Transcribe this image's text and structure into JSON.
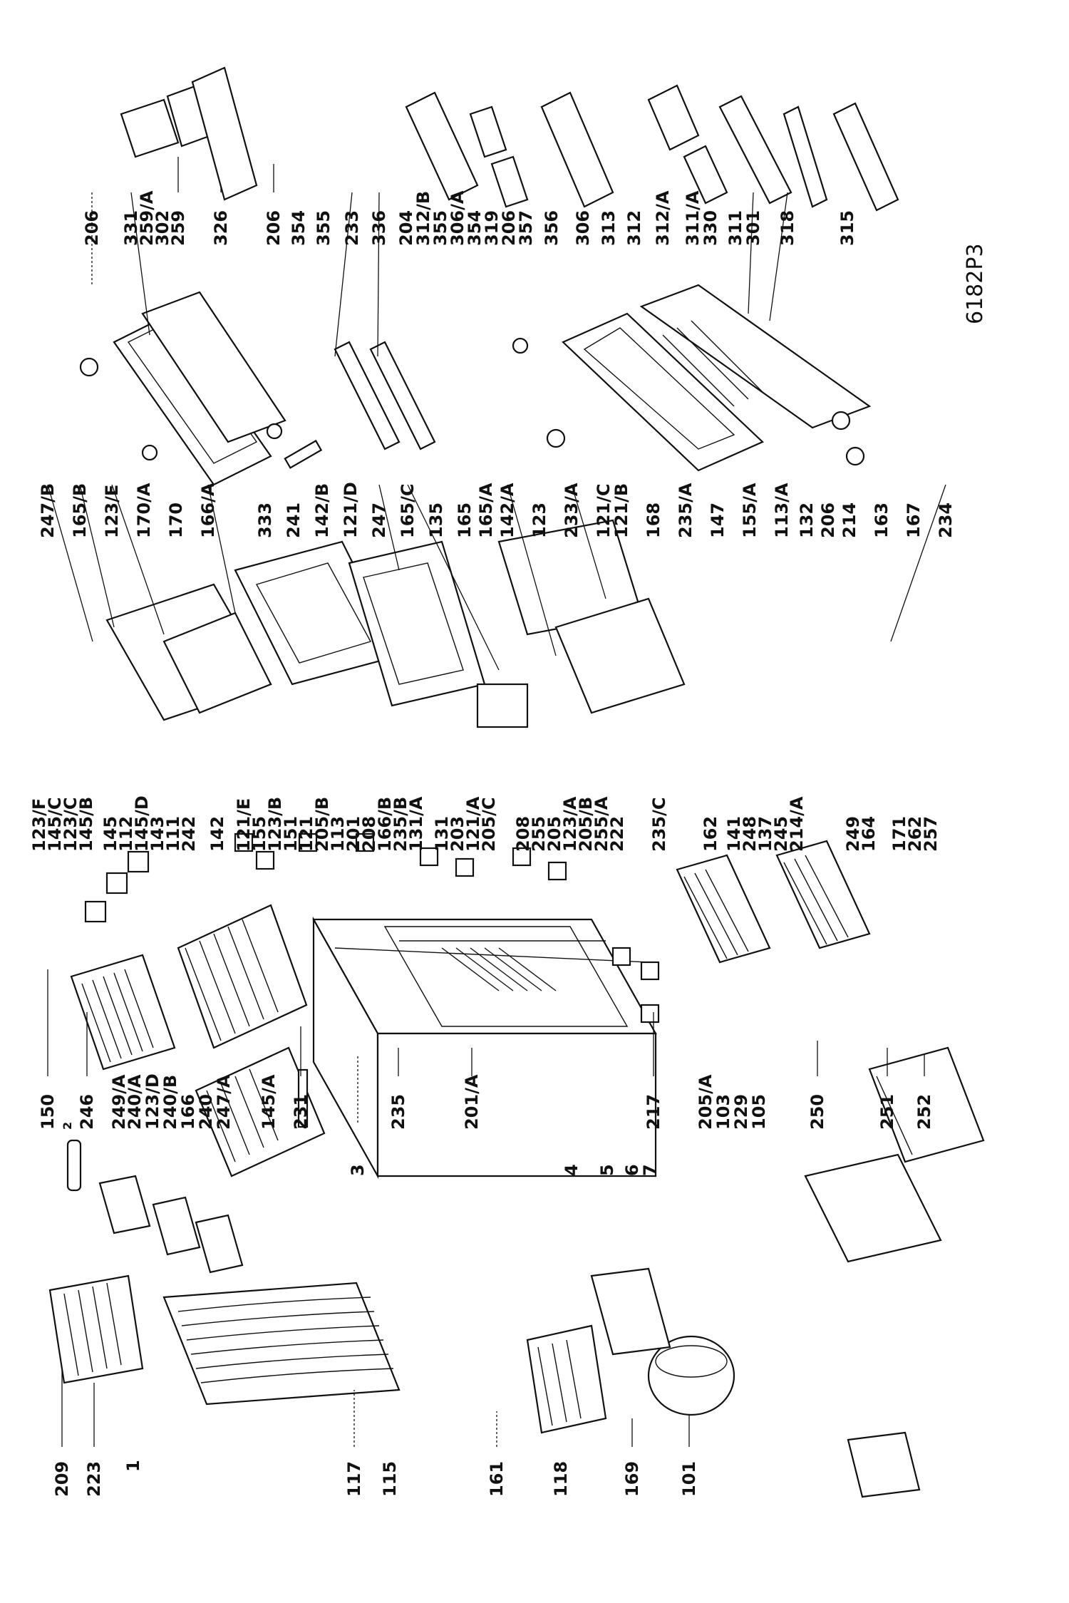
{
  "diagram": {
    "code": "6182P3",
    "labels": {
      "left_bottom": [
        "209",
        "223",
        "1",
        "117",
        "115",
        "161",
        "118",
        "169",
        "101"
      ],
      "left_column": [
        "150",
        "2",
        "246",
        "249/A",
        "240/A",
        "123/D",
        "240/B",
        "166",
        "240",
        "247/A",
        "145/A",
        "231",
        "3",
        "235",
        "201/A",
        "4",
        "5",
        "6",
        "7",
        "217",
        "205/A",
        "103",
        "229",
        "105",
        "250",
        "251",
        "252"
      ],
      "middle_column": [
        "123/F",
        "145/C",
        "123/C",
        "145/B",
        "145",
        "112",
        "145/D",
        "143",
        "111",
        "242",
        "142",
        "121/E",
        "155",
        "123/B",
        "151",
        "121",
        "205/B",
        "113",
        "201",
        "208",
        "166/B",
        "235/B",
        "131/A",
        "131",
        "203",
        "121/A",
        "205/C",
        "208",
        "255",
        "205",
        "123/A",
        "205/B",
        "255/A",
        "222",
        "235/C",
        "162",
        "141",
        "248",
        "137",
        "245",
        "214/A",
        "249",
        "164",
        "171",
        "262",
        "257"
      ],
      "upper_column": [
        "247/B",
        "165/B",
        "123/E",
        "170/A",
        "170",
        "166/A",
        "333",
        "241",
        "142/B",
        "121/D",
        "247",
        "165/C",
        "135",
        "165",
        "165/A",
        "142/A",
        "123",
        "233/A",
        "121/C",
        "121/B",
        "168",
        "235/A",
        "147",
        "155/A",
        "113/A",
        "132",
        "206",
        "214",
        "163",
        "167",
        "234"
      ],
      "door_column": [
        "206",
        "354",
        "355",
        "233",
        "336",
        "204",
        "312/B",
        "355",
        "306/A",
        "354",
        "319",
        "206",
        "357",
        "356",
        "306",
        "313",
        "312",
        "312/A",
        "311/A",
        "330",
        "311",
        "301",
        "318",
        "315"
      ],
      "top_column": [
        "206",
        "331",
        "259/A",
        "302",
        "259",
        "326"
      ]
    }
  }
}
